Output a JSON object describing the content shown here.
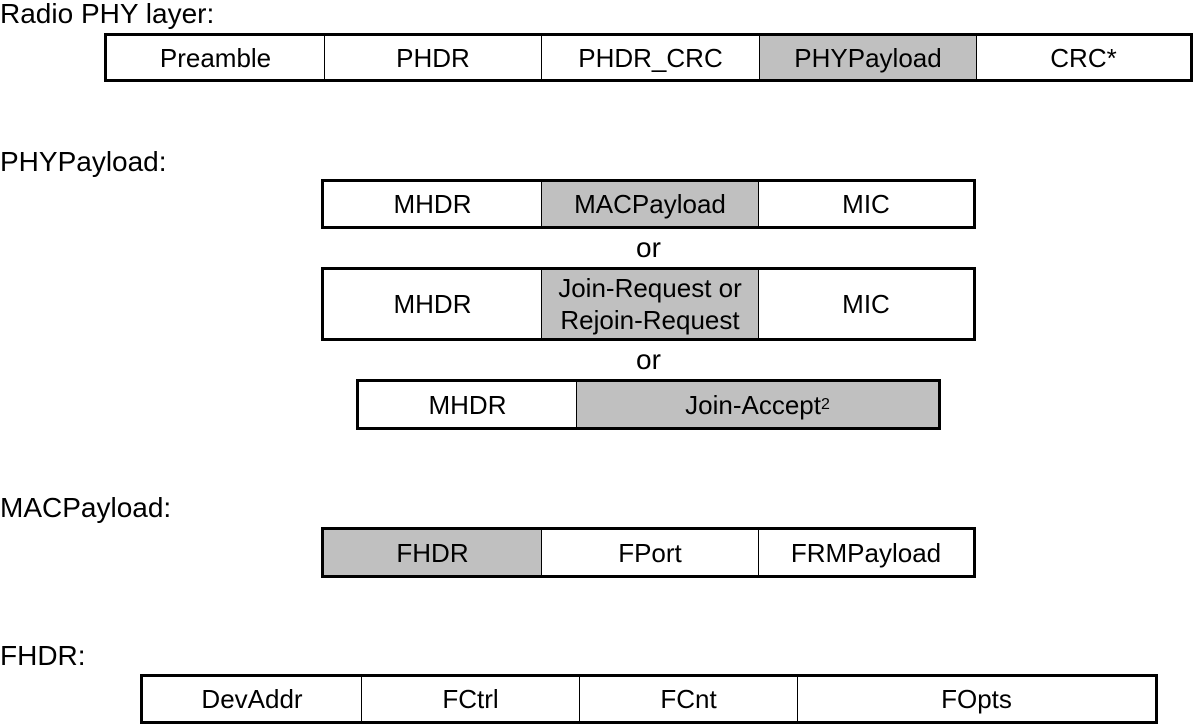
{
  "sections": {
    "radio_phy": {
      "label": "Radio PHY layer:",
      "fields": [
        "Preamble",
        "PHDR",
        "PHDR_CRC",
        "PHYPayload",
        "CRC*"
      ]
    },
    "phy_payload": {
      "label": "PHYPayload:",
      "variant1": [
        "MHDR",
        "MACPayload",
        "MIC"
      ],
      "or_1": "or",
      "variant2": {
        "mhdr": "MHDR",
        "join_line1": "Join-Request or",
        "join_line2": "Rejoin-Request",
        "mic": "MIC"
      },
      "or_2": "or",
      "variant3": {
        "mhdr": "MHDR",
        "join_accept": "Join-Accept",
        "footnote": "2"
      }
    },
    "mac_payload": {
      "label": "MACPayload:",
      "fields": [
        "FHDR",
        "FPort",
        "FRMPayload"
      ]
    },
    "fhdr": {
      "label": "FHDR:",
      "fields": [
        "DevAddr",
        "FCtrl",
        "FCnt",
        "FOpts"
      ]
    }
  },
  "colors": {
    "shaded_field": "#c0c0c0",
    "border": "#000000",
    "background": "#ffffff"
  }
}
